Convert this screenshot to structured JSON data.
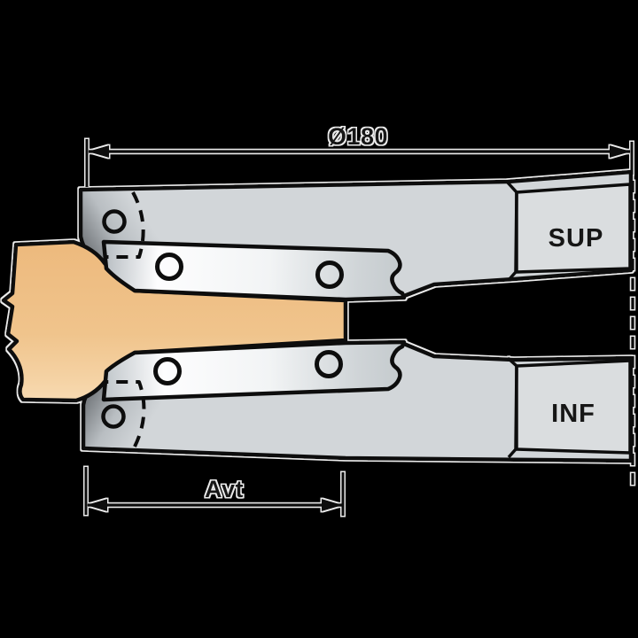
{
  "diagram": {
    "type": "cutter-head-cross-section",
    "dimensions": {
      "diameter": "Ø180",
      "projection": "Avt"
    },
    "labels": {
      "upper_head": "SUP",
      "lower_head": "INF"
    },
    "colors": {
      "background": "#000000",
      "body_gray": "#d2d6d9",
      "panel_gray": "#dadddf",
      "knife_highlight": "#fdfdfe",
      "knife_shadow": "#b7bdc2",
      "tip_dark": "#63676b",
      "workpiece_tan": "#f0c48c",
      "outline": "#0d0d0d",
      "halo": "#ffffff"
    }
  }
}
